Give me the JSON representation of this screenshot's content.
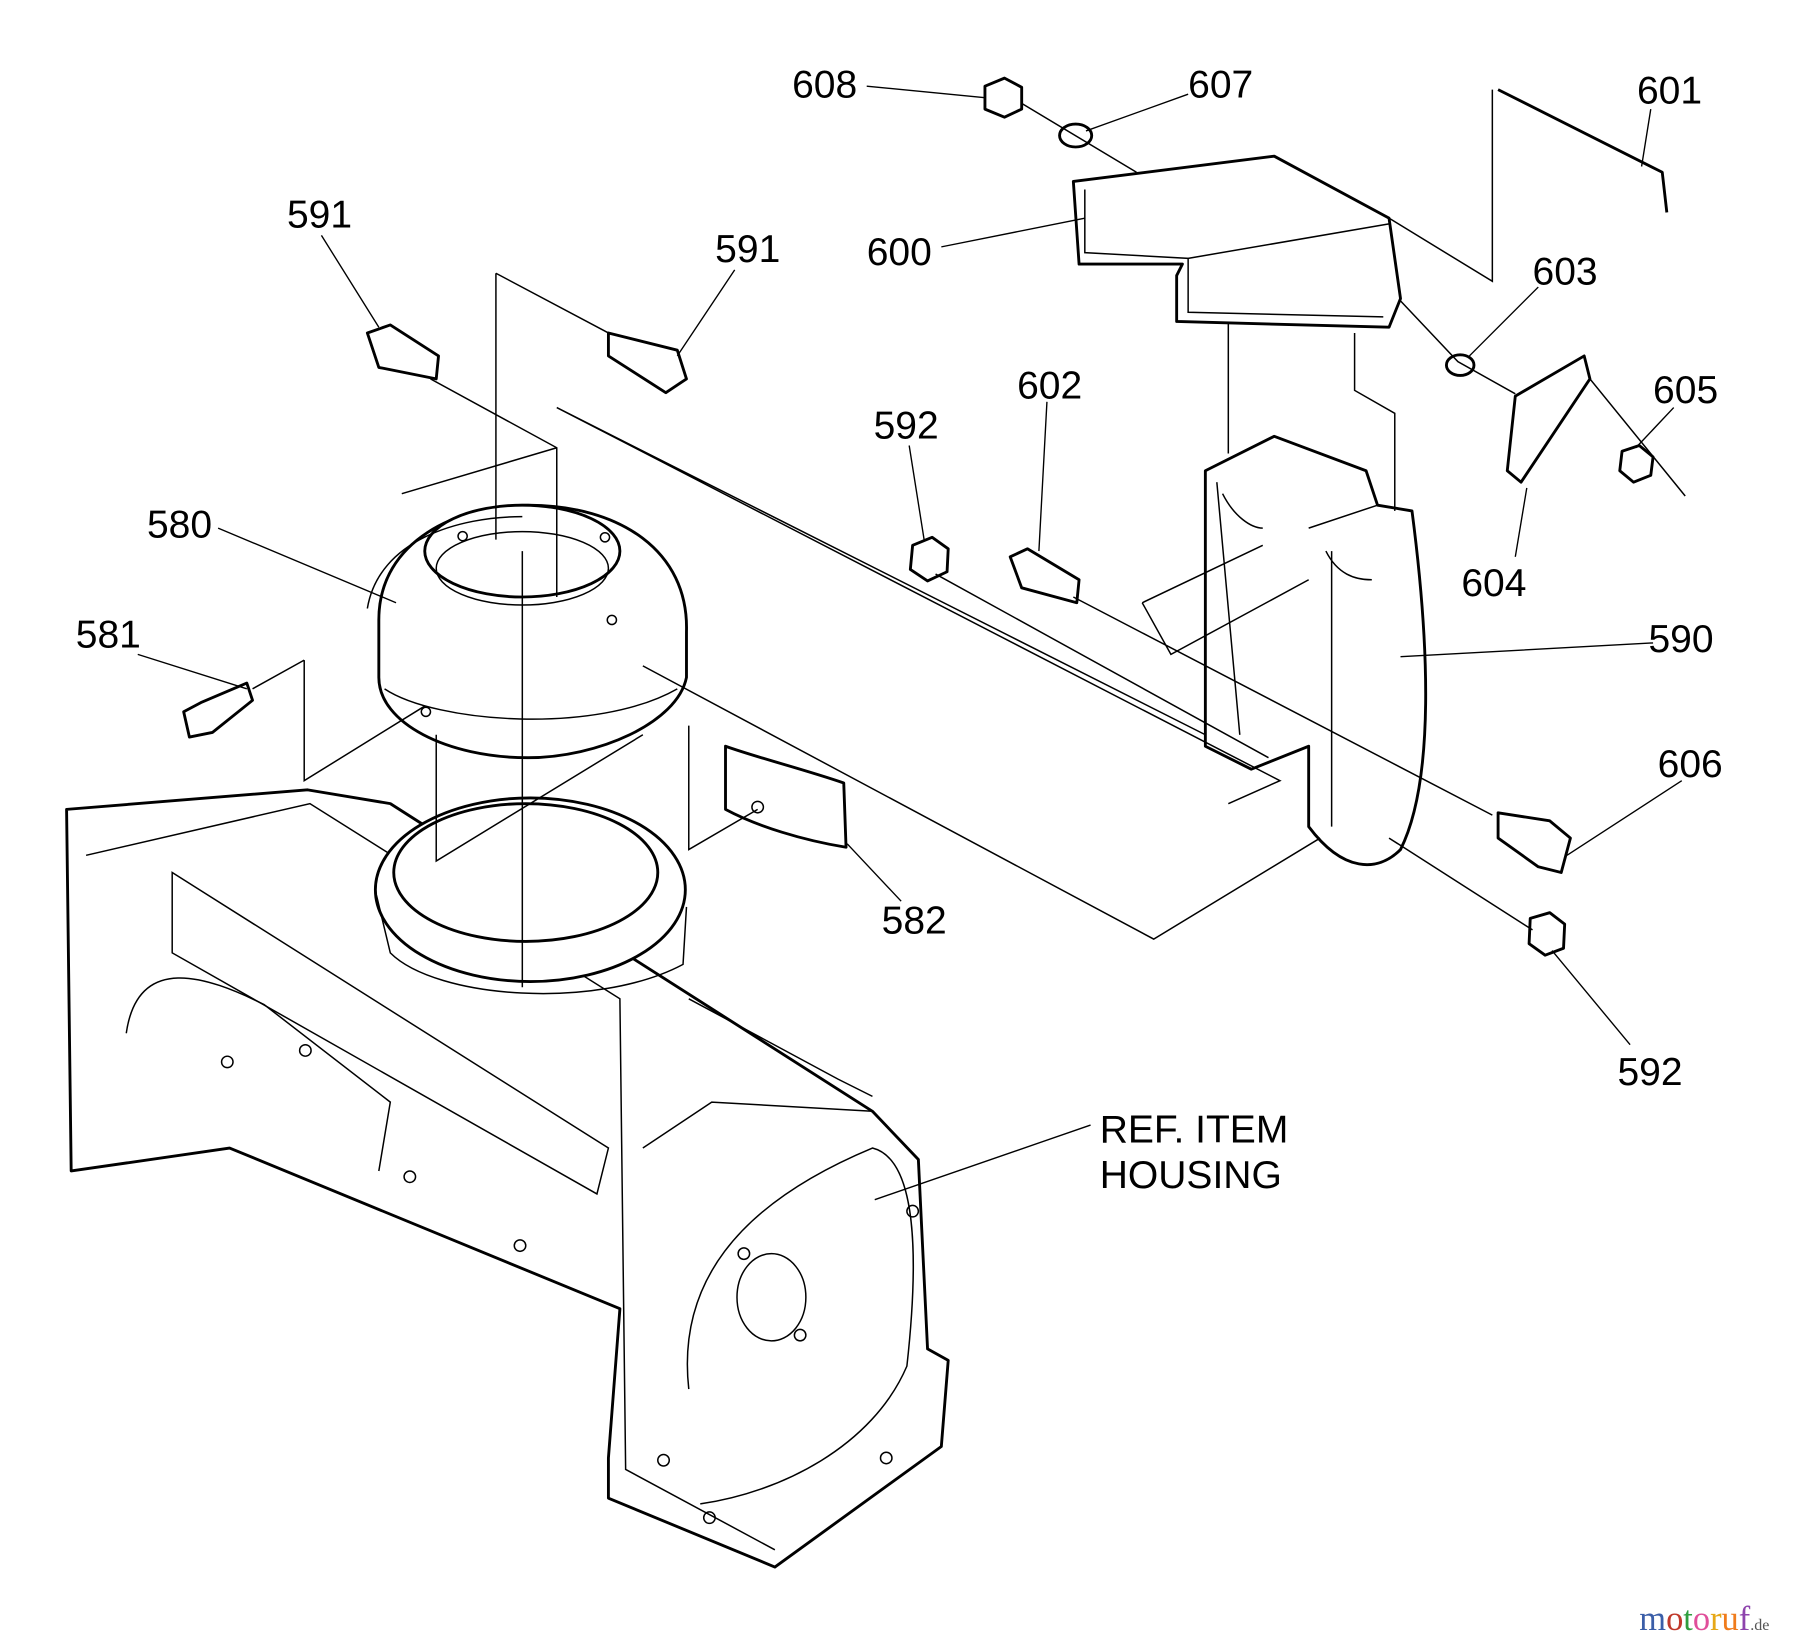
{
  "labels": {
    "l608": "608",
    "l607": "607",
    "l601": "601",
    "l591a": "591",
    "l591b": "591",
    "l600": "600",
    "l603": "603",
    "l602": "602",
    "l592a": "592",
    "l605": "605",
    "l580": "580",
    "l604": "604",
    "l590": "590",
    "l581": "581",
    "l606": "606",
    "l582": "582",
    "l592b": "592"
  },
  "ref_item": {
    "line1": "REF. ITEM",
    "line2": "HOUSING"
  },
  "watermark": {
    "text": "motoruf",
    "suffix": ".de",
    "colors": [
      "#3b5ea8",
      "#c0392b",
      "#2e9e3e",
      "#e04f9a",
      "#e6a817",
      "#f07c1c",
      "#8e44ad"
    ]
  }
}
